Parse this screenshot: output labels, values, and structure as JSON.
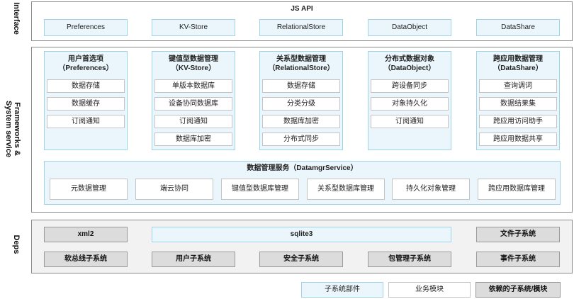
{
  "layers": {
    "interface": "Interface",
    "frameworks_line1": "Frameworks &",
    "frameworks_line2": "System service",
    "deps": "Deps"
  },
  "interface": {
    "title": "JS API",
    "items": [
      "Preferences",
      "KV-Store",
      "RelationalStore",
      "DataObject",
      "DataShare"
    ]
  },
  "modules": [
    {
      "title": "用户首选项",
      "subtitle": "（Preferences）",
      "items": [
        "数据存储",
        "数据缓存",
        "订阅通知"
      ]
    },
    {
      "title": "键值型数据管理",
      "subtitle": "（KV-Store）",
      "items": [
        "单版本数据库",
        "设备协同数据库",
        "订阅通知",
        "数据库加密"
      ]
    },
    {
      "title": "关系型数据管理",
      "subtitle": "（RelationalStore）",
      "items": [
        "数据存储",
        "分类分级",
        "数据库加密",
        "分布式同步"
      ]
    },
    {
      "title": "分布式数据对象",
      "subtitle": "（DataObject）",
      "items": [
        "跨设备同步",
        "对象持久化",
        "订阅通知"
      ]
    },
    {
      "title": "跨应用数据管理",
      "subtitle": "（DataShare）",
      "items": [
        "查询调词",
        "数据结果集",
        "跨应用访问助手",
        "跨应用数据共享"
      ]
    }
  ],
  "service": {
    "title": "数据管理服务（DatamgrService）",
    "items": [
      "元数据管理",
      "端云协同",
      "键值型数据库管理",
      "关系型数据库管理",
      "持久化对象管理",
      "跨应用数据库管理"
    ]
  },
  "deps": {
    "xml2": "xml2",
    "sqlite3": "sqlite3",
    "file": "文件子系统",
    "row2": [
      "软总线子系统",
      "用户子系统",
      "安全子系统",
      "包管理子系统",
      "事件子系统"
    ]
  },
  "legend": [
    "子系统部件",
    "业务模块",
    "依赖的子系统/模块"
  ],
  "colors": {
    "component_fill": "#eaf6fb",
    "component_border": "#9fd3e6",
    "dep_fill": "#dcdcdc"
  }
}
